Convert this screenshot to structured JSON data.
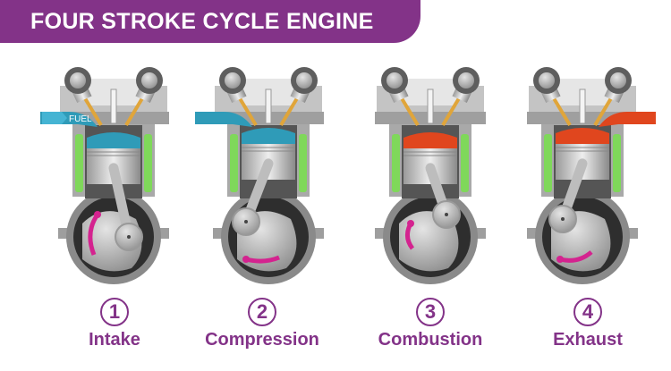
{
  "title": "FOUR STROKE CYCLE ENGINE",
  "fuel_label": "FUEL",
  "colors": {
    "brand": "#833388",
    "intake": "#2f9bb8",
    "burn": "#e0461e",
    "coolant": "#7fd85a",
    "arrow": "#d4238f"
  },
  "steps": [
    {
      "number": "1",
      "label": "Intake",
      "charge": "intake",
      "piston": "down",
      "port_flow": "intake-in-labeled"
    },
    {
      "number": "2",
      "label": "Compression",
      "charge": "intake",
      "piston": "up",
      "port_flow": "intake-in"
    },
    {
      "number": "3",
      "label": "Combustion",
      "charge": "burn",
      "piston": "down",
      "port_flow": "none"
    },
    {
      "number": "4",
      "label": "Exhaust",
      "charge": "burn",
      "piston": "up",
      "port_flow": "exhaust-out"
    }
  ]
}
